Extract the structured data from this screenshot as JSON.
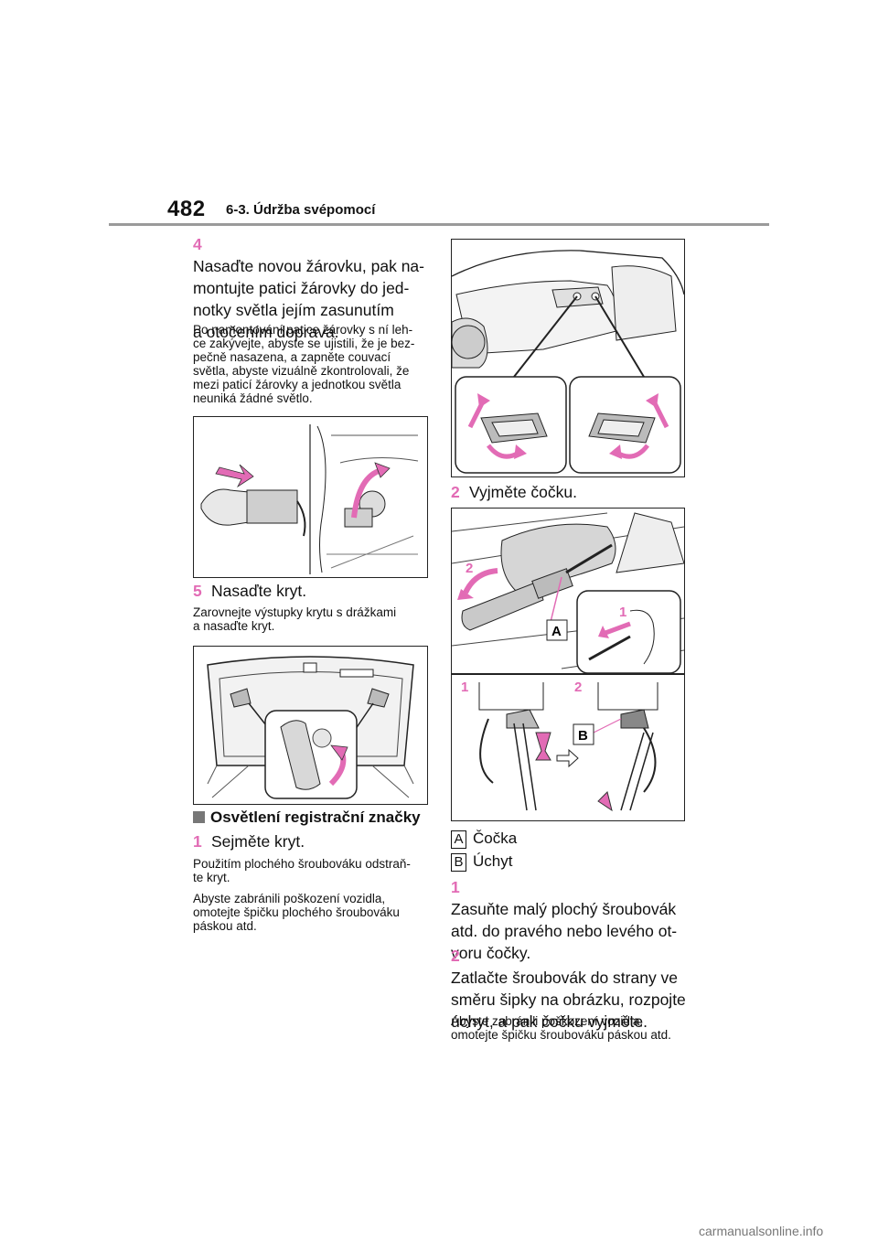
{
  "header": {
    "page_number": "482",
    "section": "6-3. Údržba svépomocí"
  },
  "left": {
    "step4": {
      "num": "4",
      "lines": [
        "Nasaďte novou žárovku, pak na-",
        "montujte patici žárovky do jed-",
        "notky světla jejím zasunutím",
        "a otočením doprava."
      ]
    },
    "note4": [
      "Po namontování patice žárovky s ní leh-",
      "ce zakývejte, abyste se ujistili, že je bez-",
      "pečně nasazena, a zapněte couvací",
      "světla, abyste vizuálně zkontrolovali, že",
      "mezi paticí žárovky a jednotkou světla",
      "neuniká žádné světlo."
    ],
    "step5": {
      "num": "5",
      "text": "Nasaďte kryt."
    },
    "note5": [
      "Zarovnejte výstupky krytu s drážkami",
      "a nasaďte kryt."
    ],
    "section_heading": "Osvětlení registrační značky",
    "step1": {
      "num": "1",
      "text": "Sejměte kryt."
    },
    "note1a": [
      "Použitím plochého šroubováku odstraň-",
      "te kryt."
    ],
    "note1b": [
      "Abyste zabránili poškození vozidla,",
      "omotejte špičku plochého šroubováku",
      "páskou atd."
    ]
  },
  "right": {
    "step2": {
      "num": "2",
      "text": "Vyjměte čočku."
    },
    "figure_labels": {
      "a": "A",
      "b": "B",
      "one": "1",
      "two": "2"
    },
    "legend": [
      {
        "key": "A",
        "text": "Čočka"
      },
      {
        "key": "B",
        "text": "Úchyt"
      }
    ],
    "substep1": {
      "num": "1",
      "lines": [
        "Zasuňte malý plochý šroubovák",
        "atd. do pravého nebo levého ot-",
        "voru čočky."
      ]
    },
    "substep2": {
      "num": "2",
      "lines": [
        "Zatlačte šroubovák do strany ve",
        "směru šipky na obrázku, rozpojte",
        "úchyt, a pak čočku vyjměte."
      ]
    },
    "note": [
      "Abyste zabránili poškození vozidla,",
      "omotejte špičku šroubováku páskou atd."
    ]
  },
  "footer": "carmanualsonline.info",
  "colors": {
    "accent": "#e26bb5",
    "rule": "#9a9a9a"
  }
}
